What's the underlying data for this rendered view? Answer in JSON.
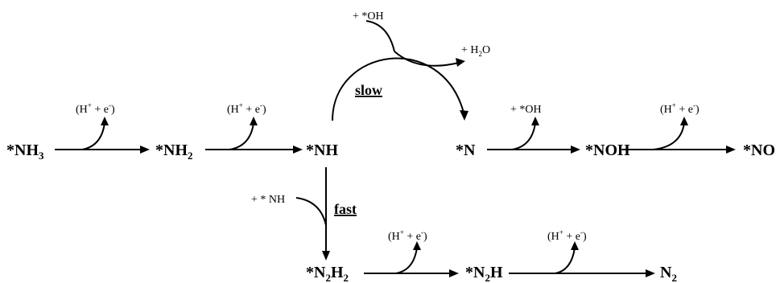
{
  "species": {
    "nh3": {
      "main": "*NH",
      "sub": "3"
    },
    "nh2": {
      "main": "*NH",
      "sub": "2"
    },
    "nh": "*NH",
    "n": "*N",
    "noh": "*NOH",
    "no": "*NO",
    "n2h2": {
      "p1": "*N",
      "s1": "2",
      "p2": "H",
      "s2": "2"
    },
    "n2h": {
      "p1": "*N",
      "s1": "2",
      "p2": "H"
    },
    "n2": {
      "main": "N",
      "sub": "2"
    }
  },
  "reagents": {
    "h_e": {
      "open": "(H",
      "plus_sup": "+",
      "mid": " + e",
      "minus_sup": "-",
      "close": ")"
    },
    "add_oh": "+ *OH",
    "h2o": {
      "pre": "+ H",
      "sub": "2",
      "post": "O"
    },
    "add_nh": "+ * NH"
  },
  "rates": {
    "slow": "slow",
    "fast": "fast"
  }
}
